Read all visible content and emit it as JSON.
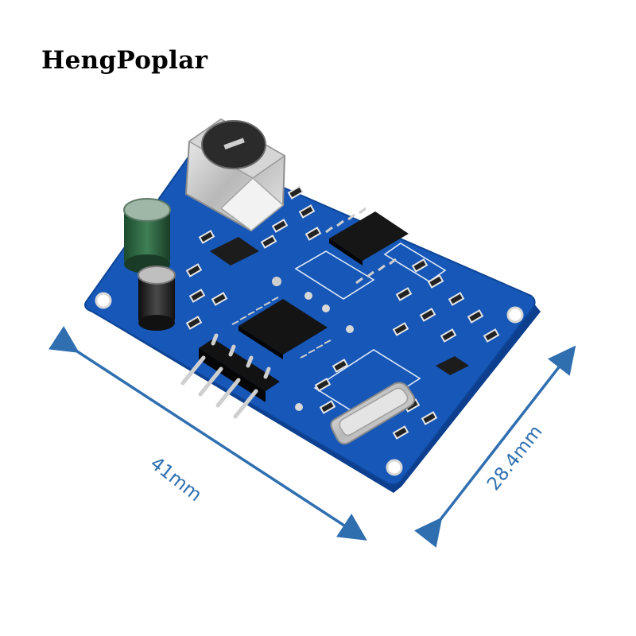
{
  "brand": {
    "name": "HengPoplar"
  },
  "dimensions": {
    "width_label": "41mm",
    "depth_label": "28.4mm"
  },
  "colors": {
    "pcb": "#1657b8",
    "pcb_dark": "#0d3f8e",
    "dimension_line": "#2f6fb0",
    "brand_text": "#000000"
  }
}
